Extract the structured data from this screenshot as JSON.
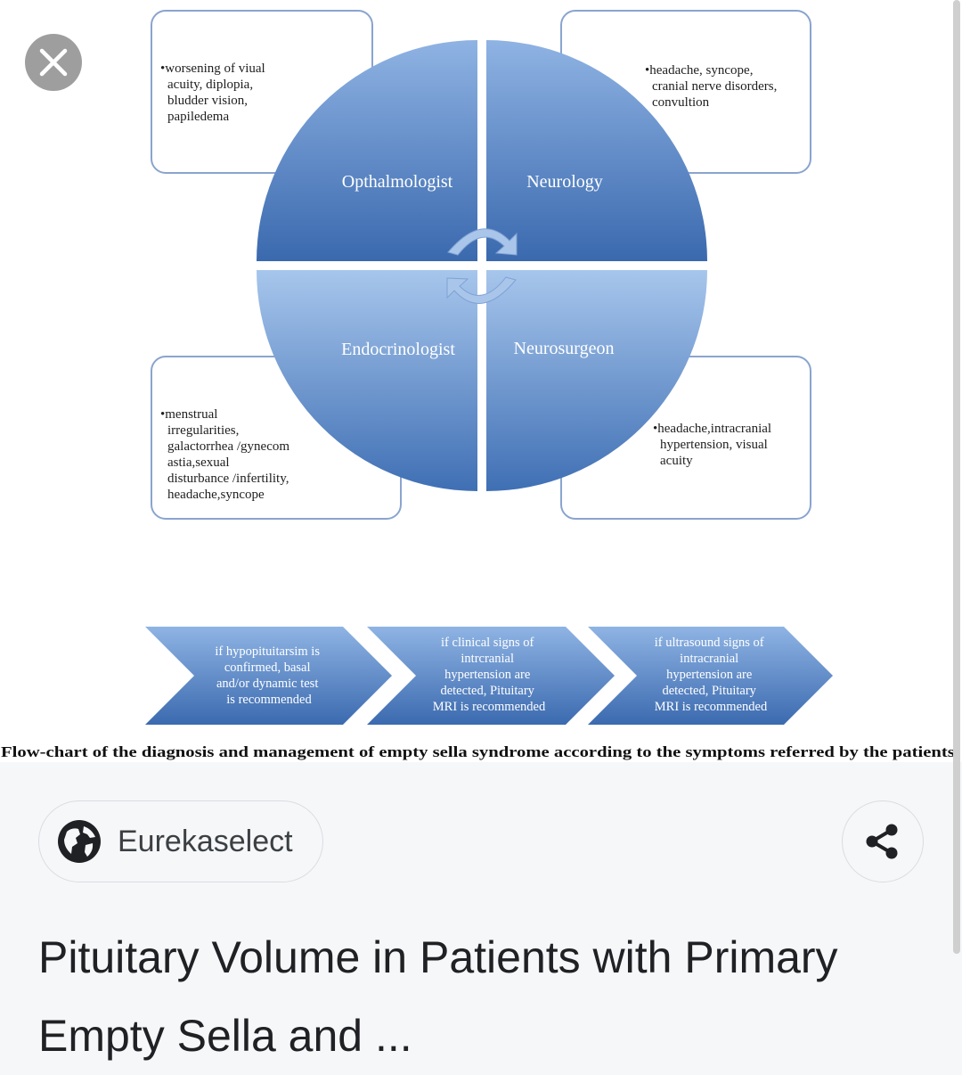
{
  "viewer": {
    "diagram": {
      "quadrants": [
        "Opthalmologist",
        "Neurology",
        "Endocrinologist",
        "Neurosurgeon"
      ],
      "boxes": [
        [
          "•worsening of viual",
          "acuity, diplopia,",
          "bludder vision,",
          "papiledema"
        ],
        [
          "•headache, syncope,",
          "cranial nerve disorders,",
          "convultion"
        ],
        [
          "•menstrual",
          "irregularities,",
          "galactorrhea /gynecom",
          "astia,sexual",
          "disturbance /infertility,",
          "headache,syncope"
        ],
        [
          "•headache,intracranial",
          "hypertension, visual",
          "acuity"
        ]
      ],
      "arrows": [
        [
          "if hypopituitarsim is",
          "confirmed, basal",
          "and/or dynamic test",
          "is recommended"
        ],
        [
          "if clinical signs of",
          "intrcranial",
          "hypertension are",
          "detected, Pituitary",
          "MRI is recommended"
        ],
        [
          "if ultrasound signs of",
          "intracranial",
          "hypertension are",
          "detected, Pituitary",
          "MRI is recommended"
        ]
      ],
      "caption": "Flow-chart of the diagnosis and management of empty sella syndrome according to the symptoms referred by the patients."
    }
  },
  "close": {
    "icon": "close-icon"
  },
  "source": {
    "name": "Eurekaselect",
    "icon": "globe-icon"
  },
  "share": {
    "icon": "share-icon"
  },
  "result": {
    "title": "Pituitary Volume in Patients with Primary Empty Sella and ..."
  },
  "colors": {
    "accent": "#3f6fb4",
    "light": "#a9c6ea",
    "box_border": "#8aa4cf"
  }
}
